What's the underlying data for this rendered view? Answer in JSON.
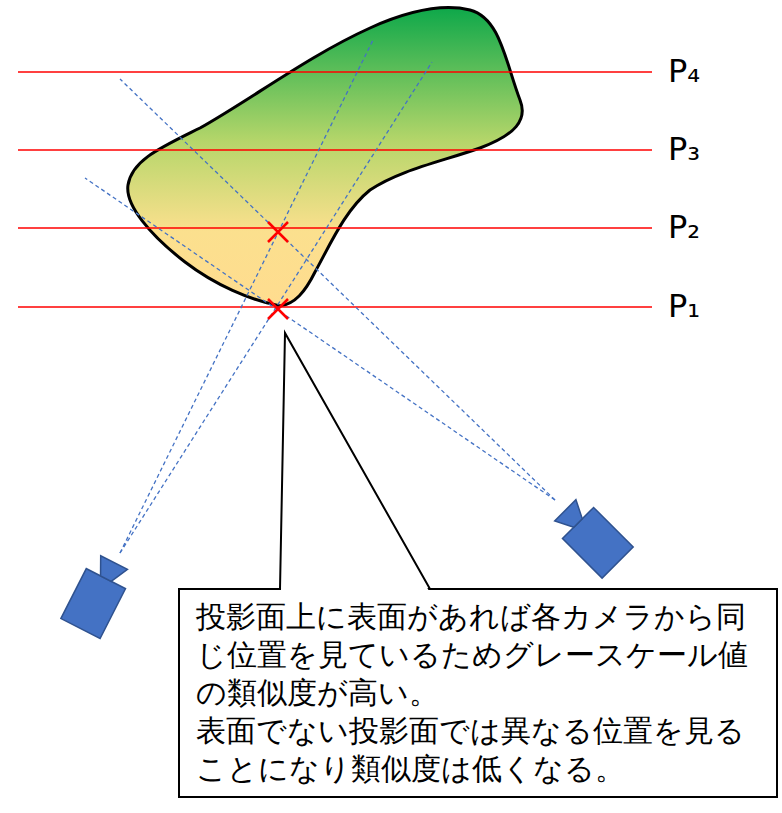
{
  "diagram": {
    "nodes": [
      {
        "text": [
          "投影面上に表面があれば各カメラから同じ位置を見ているためグレースケール値の類似度が高い。",
          "表面でない投影面では異なる位置を見ることになり類似度は低くなる。"
        ]
      }
    ],
    "labels": [
      "P₄",
      "P₃",
      "P₂",
      "P₁"
    ]
  }
}
